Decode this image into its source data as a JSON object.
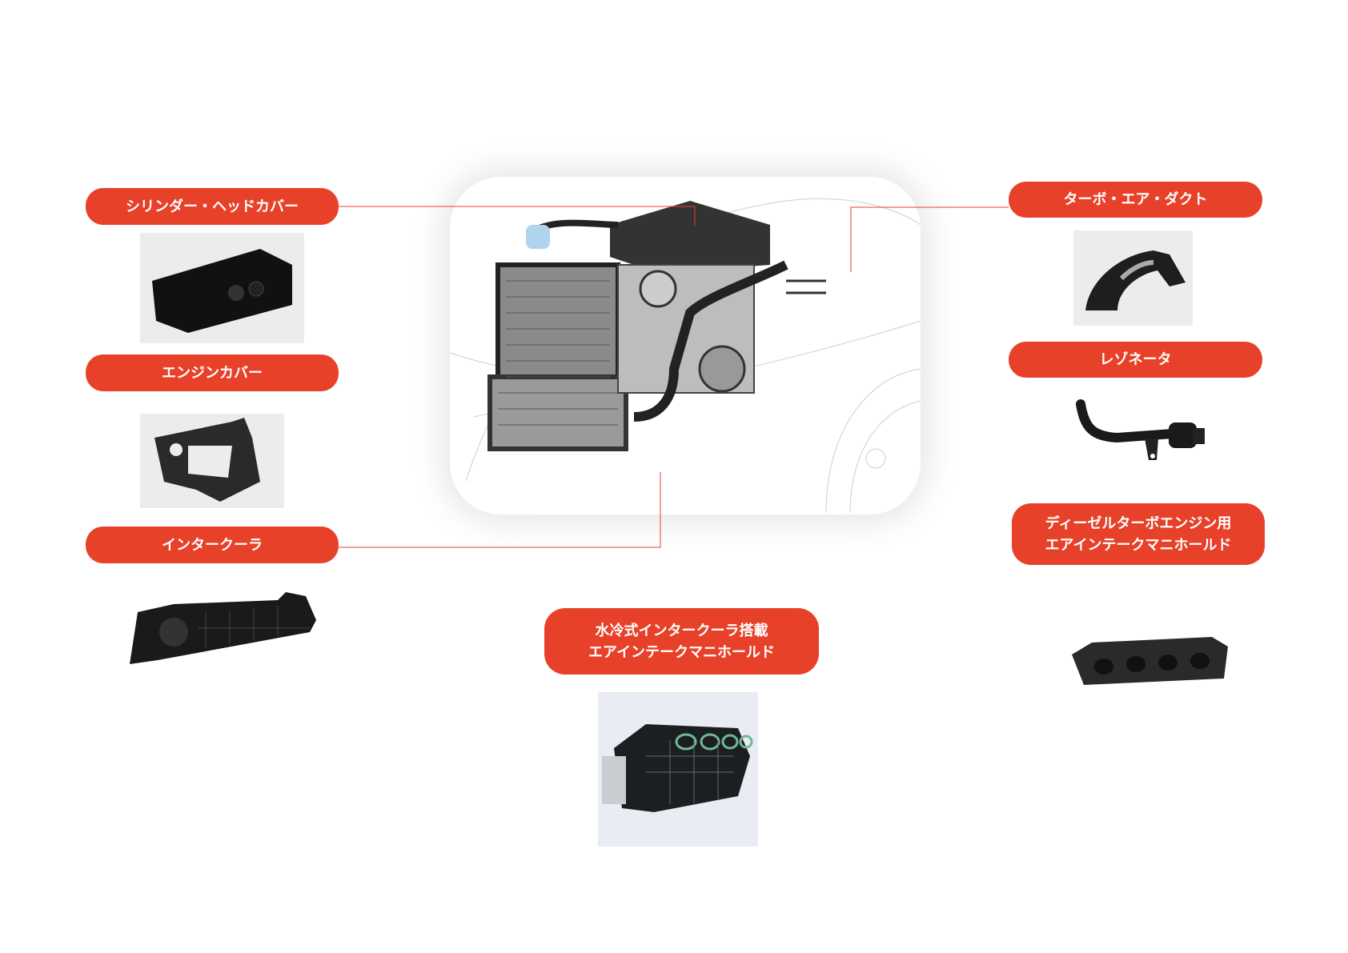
{
  "colors": {
    "accent": "#e8412a",
    "leader_line": "#e8412a"
  },
  "labels": {
    "cylinder_head_cover": "シリンダー・ヘッドカバー",
    "engine_cover": "エンジンカバー",
    "intercooler": "インタークーラ",
    "turbo_air_duct": "ターボ・エア・ダクト",
    "resonator": "レゾネータ",
    "diesel_manifold_line1": "ディーゼルターボエンジン用",
    "diesel_manifold_line2": "エアインテークマニホールド",
    "water_cooled_line1": "水冷式インタークーラ搭載",
    "water_cooled_line2": "エアインテークマニホールド"
  }
}
